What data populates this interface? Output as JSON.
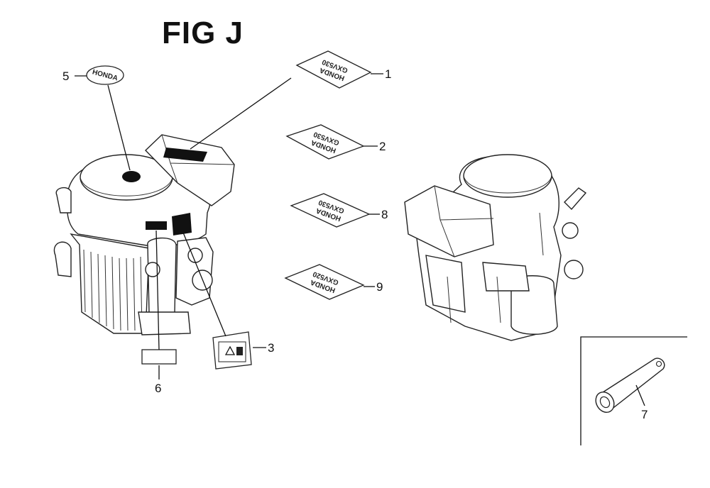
{
  "figure": {
    "title": "FIG J"
  },
  "callouts": [
    {
      "id": "1",
      "label": "1"
    },
    {
      "id": "2",
      "label": "2"
    },
    {
      "id": "3",
      "label": "3"
    },
    {
      "id": "5",
      "label": "5"
    },
    {
      "id": "6",
      "label": "6"
    },
    {
      "id": "7",
      "label": "7"
    },
    {
      "id": "8",
      "label": "8"
    },
    {
      "id": "9",
      "label": "9"
    }
  ],
  "decals": {
    "emblem": "HONDA",
    "d1": {
      "line1": "HONDA",
      "line2": "GXV530"
    },
    "d2": {
      "line1": "HONDA",
      "line2": "GXV530"
    },
    "d8": {
      "line1": "HONDA",
      "line2": "GXV530"
    },
    "d9": {
      "line1": "HONDA",
      "line2": "GXV520"
    }
  }
}
